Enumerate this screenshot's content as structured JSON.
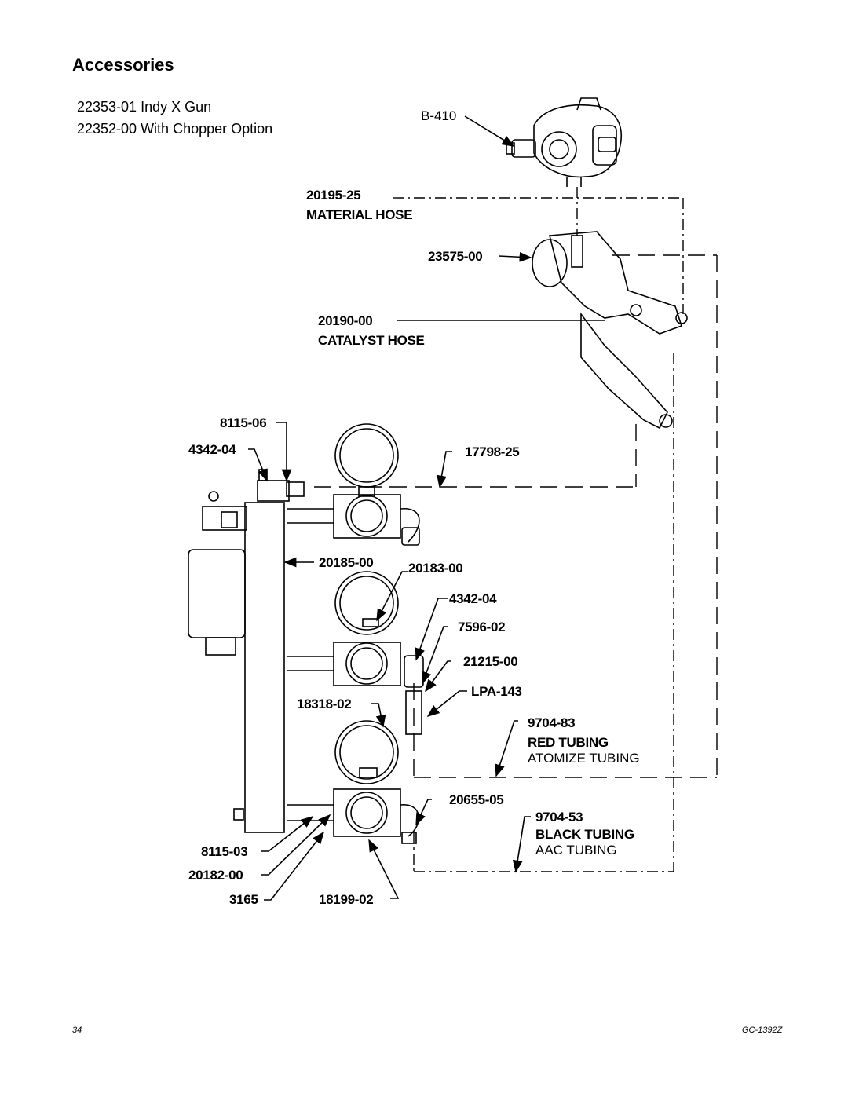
{
  "page": {
    "title": "Accessories",
    "gun": {
      "line1": "22353-01 Indy X Gun",
      "line2": "22352-00 With Chopper Option"
    },
    "footer": {
      "page_number": "34",
      "doc_id": "GC-1392Z"
    }
  },
  "labels": {
    "b410": "B-410",
    "material_hose_part": "20195-25",
    "material_hose_name": "MATERIAL HOSE",
    "p23575": "23575-00",
    "catalyst_hose_part": "20190-00",
    "catalyst_hose_name": "CATALYST HOSE",
    "p8115_06": "8115-06",
    "p4342_04_top": "4342-04",
    "p17798": "17798-25",
    "p20185": "20185-00",
    "p20183": "20183-00",
    "p4342_04": "4342-04",
    "p7596": "7596-02",
    "p21215": "21215-00",
    "plpa": "LPA-143",
    "p18318": "18318-02",
    "red_part": "9704-83",
    "red_name": "RED TUBING",
    "red_desc": "ATOMIZE TUBING",
    "p20655": "20655-05",
    "black_part": "9704-53",
    "black_name": "BLACK TUBING",
    "black_desc": "AAC TUBING",
    "p8115_03": "8115-03",
    "p20182": "20182-00",
    "p3165": "3165",
    "p18199": "18199-02"
  }
}
